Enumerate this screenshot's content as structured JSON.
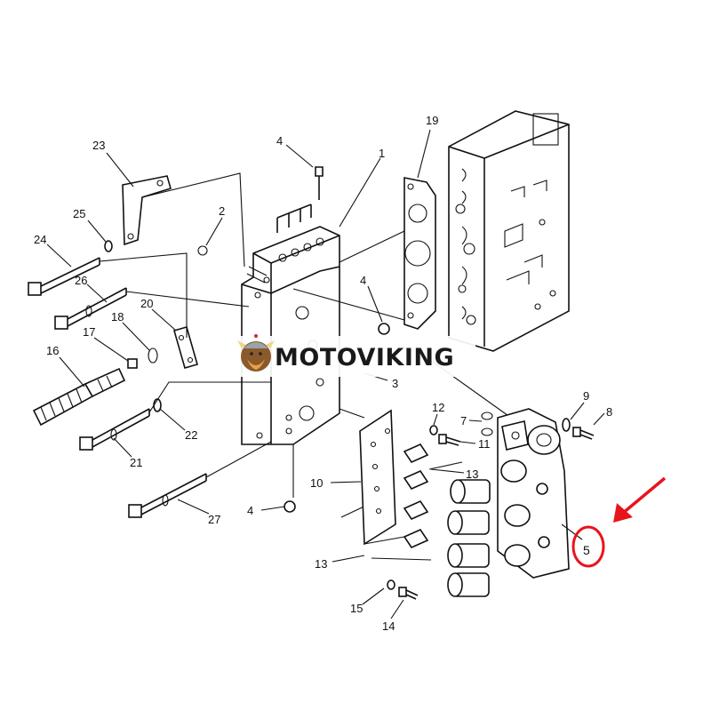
{
  "watermark": {
    "text": "MOTOVIKING",
    "icon": "viking-mascot-icon"
  },
  "callout": {
    "label": "5",
    "color": "#e8141c"
  },
  "parts": [
    {
      "id": "lbl-1",
      "text": "1"
    },
    {
      "id": "lbl-2",
      "text": "2"
    },
    {
      "id": "lbl-3",
      "text": "3"
    },
    {
      "id": "lbl-4a",
      "text": "4"
    },
    {
      "id": "lbl-4b",
      "text": "4"
    },
    {
      "id": "lbl-4c",
      "text": "4"
    },
    {
      "id": "lbl-7",
      "text": "7"
    },
    {
      "id": "lbl-8",
      "text": "8"
    },
    {
      "id": "lbl-9",
      "text": "9"
    },
    {
      "id": "lbl-10",
      "text": "10"
    },
    {
      "id": "lbl-11",
      "text": "11"
    },
    {
      "id": "lbl-12",
      "text": "12"
    },
    {
      "id": "lbl-13a",
      "text": "13"
    },
    {
      "id": "lbl-13b",
      "text": "13"
    },
    {
      "id": "lbl-14",
      "text": "14"
    },
    {
      "id": "lbl-15",
      "text": "15"
    },
    {
      "id": "lbl-16",
      "text": "16"
    },
    {
      "id": "lbl-17",
      "text": "17"
    },
    {
      "id": "lbl-18",
      "text": "18"
    },
    {
      "id": "lbl-19",
      "text": "19"
    },
    {
      "id": "lbl-20",
      "text": "20"
    },
    {
      "id": "lbl-21",
      "text": "21"
    },
    {
      "id": "lbl-22",
      "text": "22"
    },
    {
      "id": "lbl-23",
      "text": "23"
    },
    {
      "id": "lbl-24",
      "text": "24"
    },
    {
      "id": "lbl-25",
      "text": "25"
    },
    {
      "id": "lbl-26",
      "text": "26"
    },
    {
      "id": "lbl-27",
      "text": "27"
    }
  ]
}
